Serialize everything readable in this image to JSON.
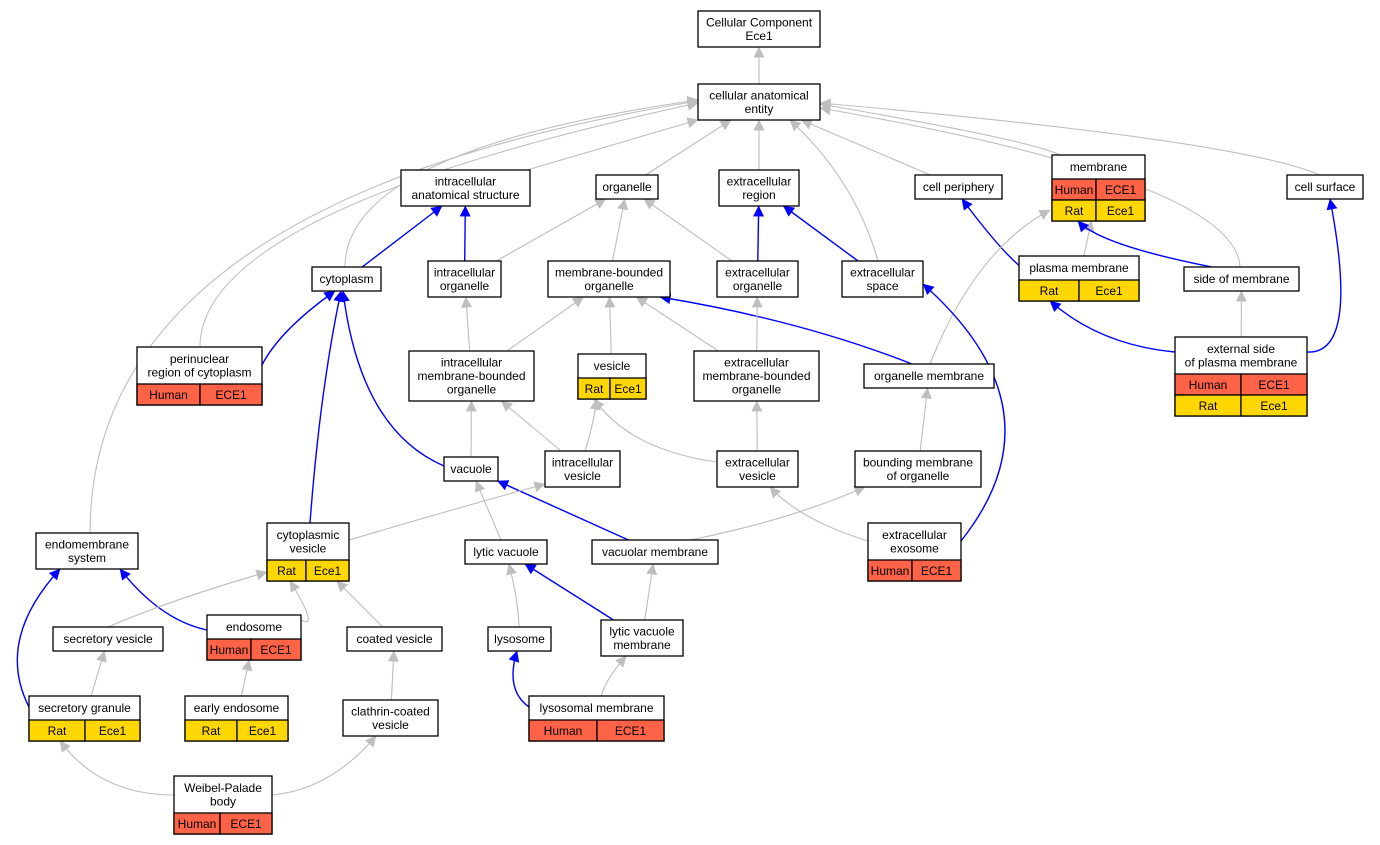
{
  "colors": {
    "human": "#ff6347",
    "rat": "#ffd700",
    "edge_blue": "#0000ff",
    "edge_gray": "#bebebe",
    "border": "#000000"
  },
  "nodes": [
    {
      "id": "cc",
      "lines": [
        "Cellular Component",
        "Ece1"
      ]
    },
    {
      "id": "cae",
      "lines": [
        "cellular anatomical",
        "entity"
      ]
    },
    {
      "id": "ias",
      "lines": [
        "intracellular",
        "anatomical structure"
      ]
    },
    {
      "id": "org",
      "lines": [
        "organelle"
      ]
    },
    {
      "id": "exr",
      "lines": [
        "extracellular",
        "region"
      ]
    },
    {
      "id": "cper",
      "lines": [
        "cell periphery"
      ]
    },
    {
      "id": "mem",
      "lines": [
        "membrane"
      ],
      "rows": [
        [
          "Human",
          "ECE1"
        ],
        [
          "Rat",
          "Ece1"
        ]
      ]
    },
    {
      "id": "csurf",
      "lines": [
        "cell surface"
      ]
    },
    {
      "id": "cyto",
      "lines": [
        "cytoplasm"
      ]
    },
    {
      "id": "iorg",
      "lines": [
        "intracellular",
        "organelle"
      ]
    },
    {
      "id": "mbo",
      "lines": [
        "membrane-bounded",
        "organelle"
      ]
    },
    {
      "id": "exorg",
      "lines": [
        "extracellular",
        "organelle"
      ]
    },
    {
      "id": "exsp",
      "lines": [
        "extracellular",
        "space"
      ]
    },
    {
      "id": "pm",
      "lines": [
        "plasma membrane"
      ],
      "rows": [
        [
          "Rat",
          "Ece1"
        ]
      ]
    },
    {
      "id": "som",
      "lines": [
        "side of membrane"
      ]
    },
    {
      "id": "peri",
      "lines": [
        "perinuclear",
        "region of cytoplasm"
      ],
      "rows": [
        [
          "Human",
          "ECE1"
        ]
      ]
    },
    {
      "id": "imbo",
      "lines": [
        "intracellular",
        "membrane-bounded",
        "organelle"
      ]
    },
    {
      "id": "ves",
      "lines": [
        "vesicle"
      ],
      "rows": [
        [
          "Rat",
          "Ece1"
        ]
      ]
    },
    {
      "id": "embo",
      "lines": [
        "extracellular",
        "membrane-bounded",
        "organelle"
      ]
    },
    {
      "id": "orgmem",
      "lines": [
        "organelle membrane"
      ]
    },
    {
      "id": "espm",
      "lines": [
        "external side",
        "of plasma membrane"
      ],
      "rows": [
        [
          "Human",
          "ECE1"
        ],
        [
          "Rat",
          "Ece1"
        ]
      ]
    },
    {
      "id": "vac",
      "lines": [
        "vacuole"
      ]
    },
    {
      "id": "iv",
      "lines": [
        "intracellular",
        "vesicle"
      ]
    },
    {
      "id": "ev",
      "lines": [
        "extracellular",
        "vesicle"
      ]
    },
    {
      "id": "bmo",
      "lines": [
        "bounding membrane",
        "of organelle"
      ]
    },
    {
      "id": "ems",
      "lines": [
        "endomembrane",
        "system"
      ]
    },
    {
      "id": "cv",
      "lines": [
        "cytoplasmic",
        "vesicle"
      ],
      "rows": [
        [
          "Rat",
          "Ece1"
        ]
      ]
    },
    {
      "id": "lv",
      "lines": [
        "lytic vacuole"
      ]
    },
    {
      "id": "vm",
      "lines": [
        "vacuolar membrane"
      ]
    },
    {
      "id": "exo",
      "lines": [
        "extracellular",
        "exosome"
      ],
      "rows": [
        [
          "Human",
          "ECE1"
        ]
      ]
    },
    {
      "id": "sv",
      "lines": [
        "secretory vesicle"
      ]
    },
    {
      "id": "endo",
      "lines": [
        "endosome"
      ],
      "rows": [
        [
          "Human",
          "ECE1"
        ]
      ]
    },
    {
      "id": "coat",
      "lines": [
        "coated vesicle"
      ]
    },
    {
      "id": "lyso",
      "lines": [
        "lysosome"
      ]
    },
    {
      "id": "lvm",
      "lines": [
        "lytic vacuole",
        "membrane"
      ]
    },
    {
      "id": "sg",
      "lines": [
        "secretory granule"
      ],
      "rows": [
        [
          "Rat",
          "Ece1"
        ]
      ]
    },
    {
      "id": "ee",
      "lines": [
        "early endosome"
      ],
      "rows": [
        [
          "Rat",
          "Ece1"
        ]
      ]
    },
    {
      "id": "ccv",
      "lines": [
        "clathrin-coated",
        "vesicle"
      ]
    },
    {
      "id": "lm",
      "lines": [
        "lysosomal membrane"
      ],
      "rows": [
        [
          "Human",
          "ECE1"
        ]
      ]
    },
    {
      "id": "wpb",
      "lines": [
        "Weibel-Palade",
        "body"
      ],
      "rows": [
        [
          "Human",
          "ECE1"
        ]
      ]
    }
  ],
  "edges": [
    {
      "from": "cae",
      "to": "cc",
      "color": "gray"
    },
    {
      "from": "ias",
      "to": "cae",
      "color": "gray"
    },
    {
      "from": "org",
      "to": "cae",
      "color": "gray"
    },
    {
      "from": "exr",
      "to": "cae",
      "color": "gray"
    },
    {
      "from": "cper",
      "to": "cae",
      "color": "gray"
    },
    {
      "from": "mem",
      "to": "cae",
      "color": "gray"
    },
    {
      "from": "csurf",
      "to": "cae",
      "color": "gray"
    },
    {
      "from": "cyto",
      "to": "cae",
      "color": "gray"
    },
    {
      "from": "exsp",
      "to": "cae",
      "color": "gray"
    },
    {
      "from": "som",
      "to": "cae",
      "color": "gray"
    },
    {
      "from": "peri",
      "to": "cae",
      "color": "gray"
    },
    {
      "from": "ems",
      "to": "cae",
      "color": "gray"
    },
    {
      "from": "cyto",
      "to": "ias",
      "color": "blue"
    },
    {
      "from": "iorg",
      "to": "ias",
      "color": "blue"
    },
    {
      "from": "iorg",
      "to": "org",
      "color": "gray"
    },
    {
      "from": "mbo",
      "to": "org",
      "color": "gray"
    },
    {
      "from": "exorg",
      "to": "org",
      "color": "gray"
    },
    {
      "from": "exorg",
      "to": "exr",
      "color": "blue"
    },
    {
      "from": "exsp",
      "to": "exr",
      "color": "blue"
    },
    {
      "from": "pm",
      "to": "cper",
      "color": "blue"
    },
    {
      "from": "pm",
      "to": "mem",
      "color": "gray"
    },
    {
      "from": "som",
      "to": "mem",
      "color": "blue"
    },
    {
      "from": "orgmem",
      "to": "mem",
      "color": "gray"
    },
    {
      "from": "espm",
      "to": "csurf",
      "color": "blue"
    },
    {
      "from": "espm",
      "to": "som",
      "color": "gray"
    },
    {
      "from": "espm",
      "to": "pm",
      "color": "blue"
    },
    {
      "from": "peri",
      "to": "cyto",
      "color": "blue"
    },
    {
      "from": "vac",
      "to": "cyto",
      "color": "blue"
    },
    {
      "from": "cv",
      "to": "cyto",
      "color": "blue"
    },
    {
      "from": "imbo",
      "to": "iorg",
      "color": "gray"
    },
    {
      "from": "imbo",
      "to": "mbo",
      "color": "gray"
    },
    {
      "from": "ves",
      "to": "mbo",
      "color": "gray"
    },
    {
      "from": "embo",
      "to": "mbo",
      "color": "gray"
    },
    {
      "from": "orgmem",
      "to": "mbo",
      "color": "blue"
    },
    {
      "from": "embo",
      "to": "exorg",
      "color": "gray"
    },
    {
      "from": "exo",
      "to": "exsp",
      "color": "blue"
    },
    {
      "from": "bmo",
      "to": "orgmem",
      "color": "gray"
    },
    {
      "from": "vac",
      "to": "imbo",
      "color": "gray"
    },
    {
      "from": "iv",
      "to": "imbo",
      "color": "gray"
    },
    {
      "from": "iv",
      "to": "ves",
      "color": "gray"
    },
    {
      "from": "ev",
      "to": "ves",
      "color": "gray"
    },
    {
      "from": "ev",
      "to": "embo",
      "color": "gray"
    },
    {
      "from": "lv",
      "to": "vac",
      "color": "gray"
    },
    {
      "from": "vm",
      "to": "vac",
      "color": "blue"
    },
    {
      "from": "cv",
      "to": "iv",
      "color": "gray"
    },
    {
      "from": "exo",
      "to": "ev",
      "color": "gray"
    },
    {
      "from": "vm",
      "to": "bmo",
      "color": "gray"
    },
    {
      "from": "sg",
      "to": "ems",
      "color": "blue"
    },
    {
      "from": "endo",
      "to": "ems",
      "color": "blue"
    },
    {
      "from": "sv",
      "to": "cv",
      "color": "gray"
    },
    {
      "from": "endo",
      "to": "cv",
      "color": "gray"
    },
    {
      "from": "coat",
      "to": "cv",
      "color": "gray"
    },
    {
      "from": "lyso",
      "to": "lv",
      "color": "gray"
    },
    {
      "from": "lvm",
      "to": "lv",
      "color": "blue"
    },
    {
      "from": "lvm",
      "to": "vm",
      "color": "gray"
    },
    {
      "from": "sg",
      "to": "sv",
      "color": "gray"
    },
    {
      "from": "ee",
      "to": "endo",
      "color": "gray"
    },
    {
      "from": "ccv",
      "to": "coat",
      "color": "gray"
    },
    {
      "from": "lm",
      "to": "lyso",
      "color": "blue"
    },
    {
      "from": "lm",
      "to": "lvm",
      "color": "gray"
    },
    {
      "from": "wpb",
      "to": "sg",
      "color": "gray"
    },
    {
      "from": "wpb",
      "to": "ccv",
      "color": "gray"
    }
  ]
}
